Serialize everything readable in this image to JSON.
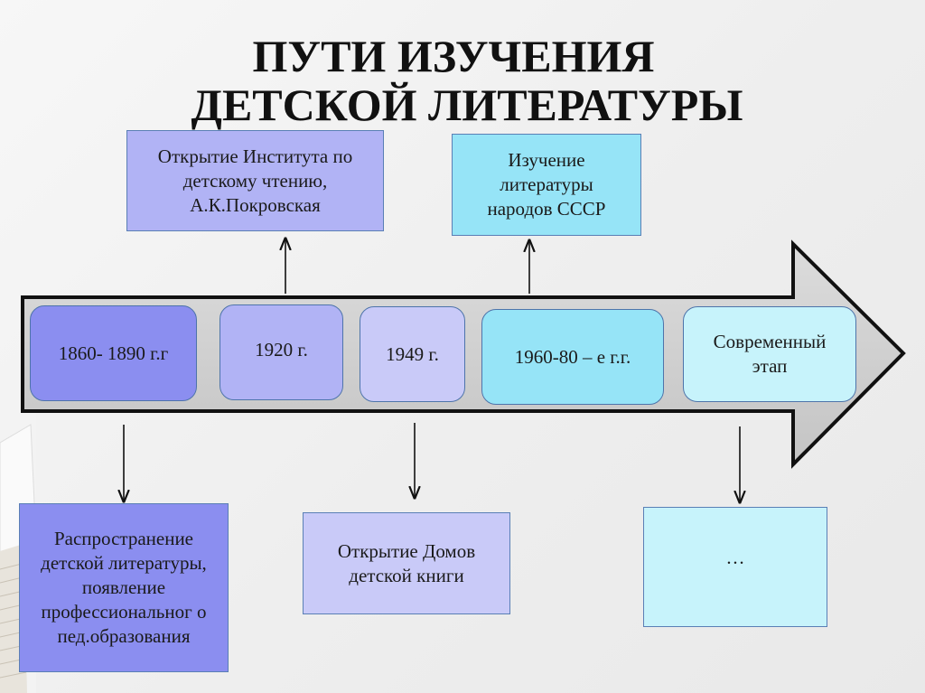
{
  "title": {
    "line1": "ПУТИ ИЗУЧЕНИЯ",
    "line2": "ДЕТСКОЙ ЛИТЕРАТУРЫ"
  },
  "colors": {
    "periwinkle_dark": "#8b8ef0",
    "periwinkle_mid": "#b1b3f5",
    "periwinkle_light": "#c9caf8",
    "cyan_mid": "#96e4f7",
    "cyan_light": "#c7f3fb"
  },
  "timeline": [
    {
      "label": "1860- 1890 г.г"
    },
    {
      "label": "1920 г."
    },
    {
      "label": "1949 г."
    },
    {
      "label": "1960-80 – е г.г."
    },
    {
      "label": "Современный этап"
    }
  ],
  "above": [
    {
      "text": "Открытие Института по детскому чтению, А.К.Покровская"
    },
    {
      "text": "Изучение литературы народов СССР"
    }
  ],
  "below": [
    {
      "text": "Распространение детской литературы, появление профессиональног о пед.образования"
    },
    {
      "text": "Открытие Домов детской книги"
    },
    {
      "text": "…"
    }
  ]
}
